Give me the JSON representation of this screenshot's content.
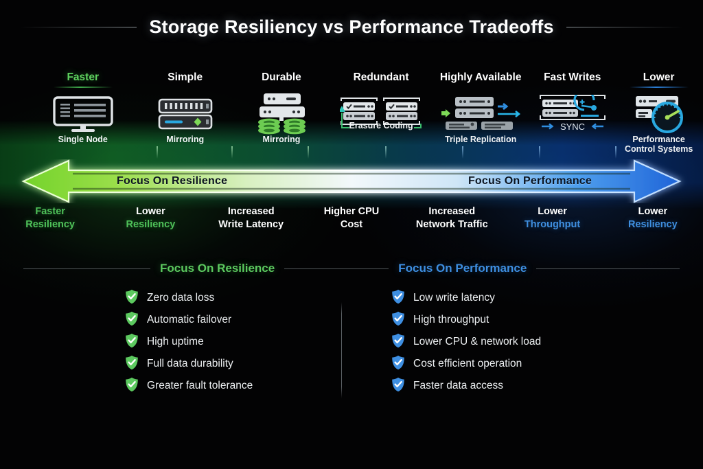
{
  "title": "Storage Resiliency vs Performance Tradeoffs",
  "columns": [
    {
      "head": "Faster",
      "head_color": "green",
      "underline": "green",
      "caption": "Single Node",
      "icon": "monitor-icon"
    },
    {
      "head": "Simple",
      "head_color": "white",
      "underline": "none",
      "caption": "Mirroring",
      "icon": "server-stack-icon"
    },
    {
      "head": "Durable",
      "head_color": "white",
      "underline": "none",
      "caption": "Mirroring",
      "icon": "server-disks-icon"
    },
    {
      "head": "Redundant",
      "head_color": "white",
      "underline": "none",
      "caption": "Erasure Coding",
      "icon": "erasure-coding-icon"
    },
    {
      "head": "Highly Available",
      "head_color": "white",
      "underline": "none",
      "caption": "Triple Replication",
      "icon": "triple-replication-icon"
    },
    {
      "head": "Fast Writes",
      "head_color": "white",
      "underline": "none",
      "caption": "SYNC",
      "icon": "sync-icon"
    },
    {
      "head": "Lower",
      "head_color": "white",
      "underline": "blue",
      "caption": "Performance Control Systems",
      "icon": "gauge-icon"
    }
  ],
  "arrow": {
    "left_label": "Focus On Resilience",
    "right_label": "Focus On Performance",
    "left_color": "#7ed957",
    "right_color": "#2f7fe8"
  },
  "outcomes": [
    {
      "line1": "Faster",
      "line1_color": "green",
      "line2": "Resiliency",
      "line2_color": "green"
    },
    {
      "line1": "Lower",
      "line1_color": "white",
      "line2": "Resiliency",
      "line2_color": "green"
    },
    {
      "line1": "Increased",
      "line1_color": "white",
      "line2": "Write Latency",
      "line2_color": "white"
    },
    {
      "line1": "Higher CPU",
      "line1_color": "white",
      "line2": "Cost",
      "line2_color": "white"
    },
    {
      "line1": "Increased",
      "line1_color": "white",
      "line2": "Network Traffic",
      "line2_color": "white"
    },
    {
      "line1": "Lower",
      "line1_color": "white",
      "line2": "Throughput",
      "line2_color": "blue"
    },
    {
      "line1": "Lower",
      "line1_color": "white",
      "line2": "Resiliency",
      "line2_color": "blue"
    }
  ],
  "sections": {
    "resilience": {
      "title": "Focus On Resilience",
      "accent": "#5cc95f",
      "items": [
        "Zero data loss",
        "Automatic failover",
        "High uptime",
        "Full data durability",
        "Greater fault tolerance"
      ]
    },
    "performance": {
      "title": "Focus On Performance",
      "accent": "#3e8fe2",
      "items": [
        "Low write latency",
        "High throughput",
        "Lower CPU & network load",
        "Cost efficient operation",
        "Faster data access"
      ]
    }
  }
}
